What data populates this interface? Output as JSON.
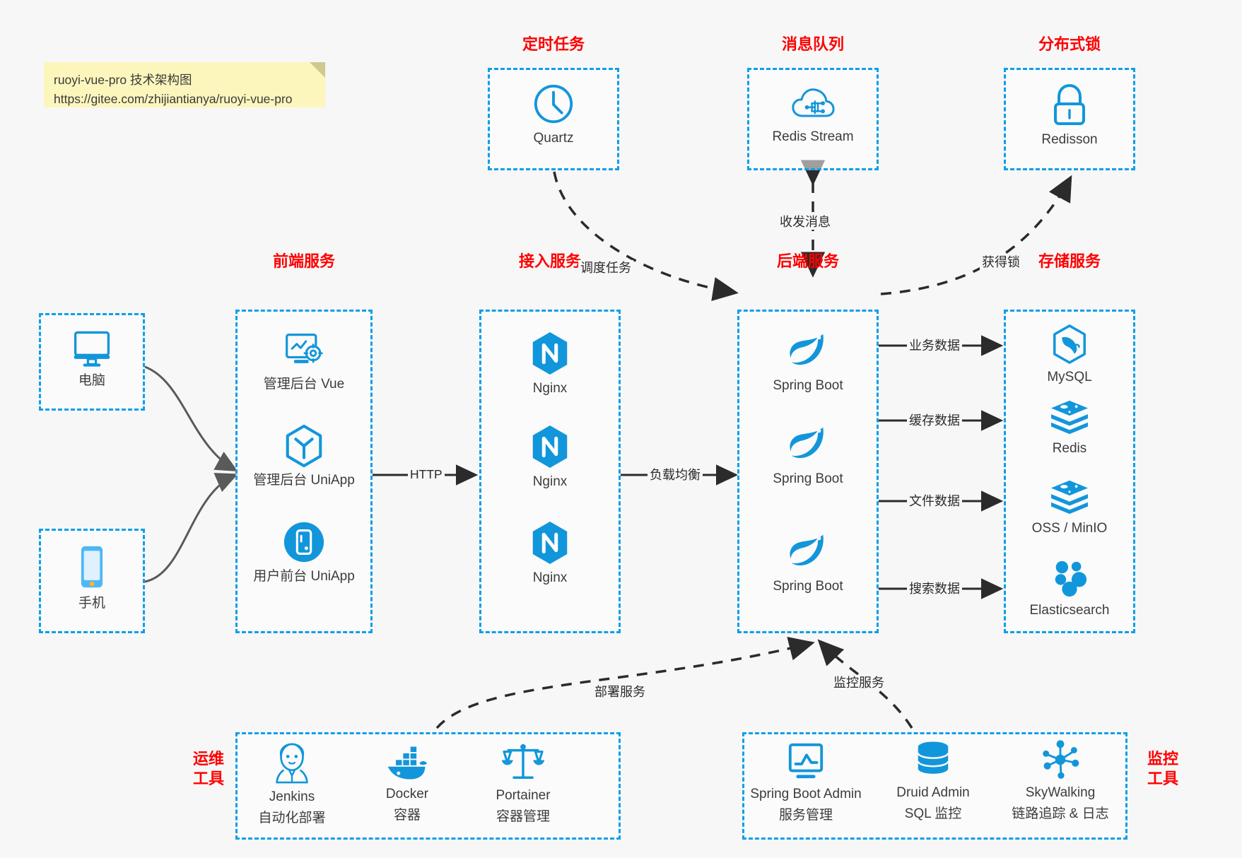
{
  "note": {
    "line1": "ruoyi-vue-pro 技术架构图",
    "line2": "https://gitee.com/zhijiantianya/ruoyi-vue-pro"
  },
  "colors": {
    "box_border": "#0c9fe8",
    "group_title": "#ff0000",
    "icon_blue": "#1296db",
    "canvas_bg": "#f7f7f7",
    "note_bg": "#fcf6bd",
    "edge": "#2b2b2b"
  },
  "groups": {
    "scheduler": {
      "title": "定时任务",
      "nodes": [
        {
          "label": "Quartz",
          "icon": "clock-icon"
        }
      ]
    },
    "mq": {
      "title": "消息队列",
      "nodes": [
        {
          "label": "Redis Stream",
          "icon": "cloud-network-icon"
        }
      ]
    },
    "lock": {
      "title": "分布式锁",
      "nodes": [
        {
          "label": "Redisson",
          "icon": "padlock-icon"
        }
      ]
    },
    "devices": {
      "nodes": [
        {
          "label": "电脑",
          "icon": "desktop-monitor-icon"
        },
        {
          "label": "手机",
          "icon": "smartphone-icon"
        }
      ]
    },
    "frontend": {
      "title": "前端服务",
      "nodes": [
        {
          "label": "管理后台 Vue",
          "icon": "dashboard-gear-icon"
        },
        {
          "label": "管理后台 UniApp",
          "icon": "hexagon-y-icon"
        },
        {
          "label": "用户前台 UniApp",
          "icon": "mobile-circle-icon"
        }
      ]
    },
    "gateway": {
      "title": "接入服务",
      "nodes": [
        {
          "label": "Nginx",
          "icon": "nginx-icon"
        },
        {
          "label": "Nginx",
          "icon": "nginx-icon"
        },
        {
          "label": "Nginx",
          "icon": "nginx-icon"
        }
      ]
    },
    "backend": {
      "title": "后端服务",
      "nodes": [
        {
          "label": "Spring Boot",
          "icon": "spring-leaf-icon"
        },
        {
          "label": "Spring Boot",
          "icon": "spring-leaf-icon"
        },
        {
          "label": "Spring Boot",
          "icon": "spring-leaf-icon"
        }
      ]
    },
    "storage": {
      "title": "存储服务",
      "nodes": [
        {
          "label": "MySQL",
          "icon": "mysql-dolphin-icon"
        },
        {
          "label": "Redis",
          "icon": "redis-stack-icon"
        },
        {
          "label": "OSS / MinIO",
          "icon": "redis-stack-icon"
        },
        {
          "label": "Elasticsearch",
          "icon": "elasticsearch-cluster-icon"
        }
      ]
    },
    "ops": {
      "title_line1": "运维",
      "title_line2": "工具",
      "nodes": [
        {
          "name": "Jenkins",
          "desc": "自动化部署",
          "icon": "jenkins-butler-icon"
        },
        {
          "name": "Docker",
          "desc": "容器",
          "icon": "docker-whale-icon"
        },
        {
          "name": "Portainer",
          "desc": "容器管理",
          "icon": "scales-icon"
        }
      ]
    },
    "monitor": {
      "title_line1": "监控",
      "title_line2": "工具",
      "nodes": [
        {
          "name": "Spring Boot Admin",
          "desc": "服务管理",
          "icon": "monitor-chart-icon"
        },
        {
          "name": "Druid Admin",
          "desc": "SQL 监控",
          "icon": "database-cylinder-icon"
        },
        {
          "name": "SkyWalking",
          "desc": "链路追踪 & 日志",
          "icon": "node-graph-icon"
        }
      ]
    }
  },
  "edges": [
    {
      "label": "调度任务",
      "from": "Quartz",
      "to": "后端服务",
      "style": "dashed"
    },
    {
      "label": "收发消息",
      "from": "Redis Stream",
      "to": "后端服务",
      "style": "dashed-bidirectional"
    },
    {
      "label": "获得锁",
      "from": "后端服务",
      "to": "Redisson",
      "style": "dashed"
    },
    {
      "label": "HTTP",
      "from": "前端服务",
      "to": "接入服务",
      "style": "solid"
    },
    {
      "label": "负载均衡",
      "from": "接入服务",
      "to": "后端服务",
      "style": "solid"
    },
    {
      "label": "业务数据",
      "from": "后端服务",
      "to": "MySQL",
      "style": "solid"
    },
    {
      "label": "缓存数据",
      "from": "后端服务",
      "to": "Redis",
      "style": "solid"
    },
    {
      "label": "文件数据",
      "from": "后端服务",
      "to": "OSS / MinIO",
      "style": "solid"
    },
    {
      "label": "搜索数据",
      "from": "后端服务",
      "to": "Elasticsearch",
      "style": "solid"
    },
    {
      "label": "部署服务",
      "from": "运维工具",
      "to": "后端服务",
      "style": "dashed"
    },
    {
      "label": "监控服务",
      "from": "监控工具",
      "to": "后端服务",
      "style": "dashed"
    }
  ]
}
